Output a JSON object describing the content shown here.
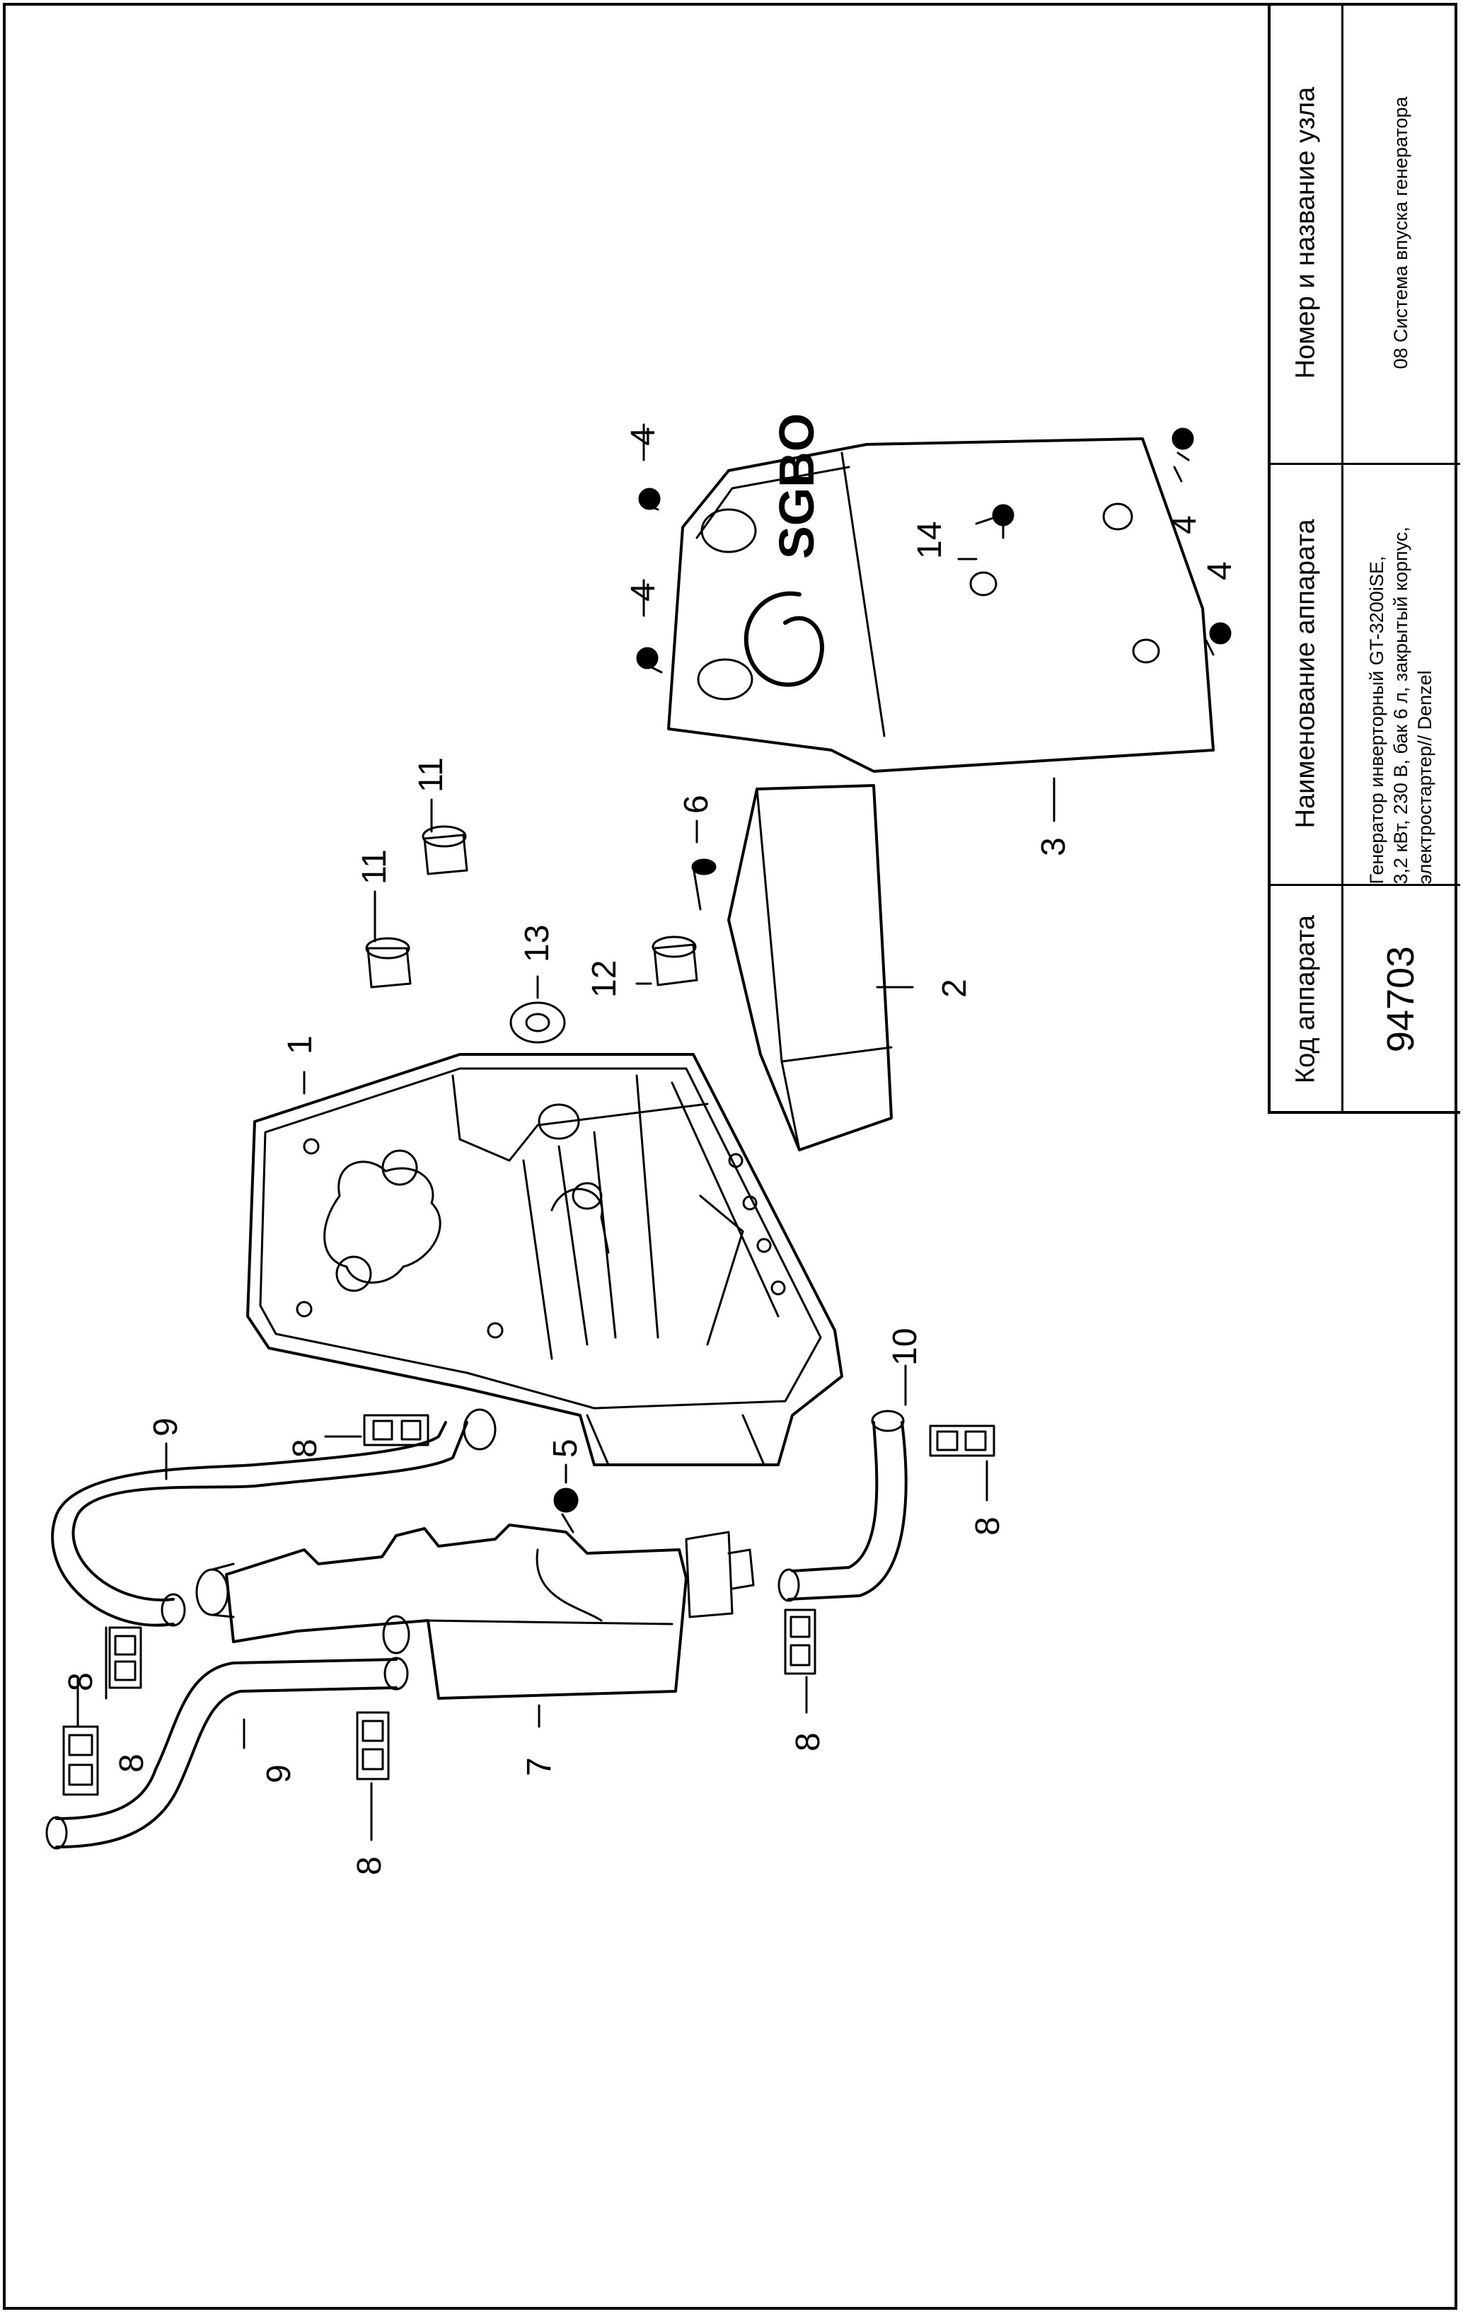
{
  "title_block": {
    "header_code": "Код аппарата",
    "header_name": "Наименование аппарата",
    "header_node": "Номер и название узла",
    "code_value": "94703",
    "name_line1": "Генератор инверторный GT-3200iSE,",
    "name_line2": "3,2 кВт, 230 В, бак 6 л, закрытый корпус,",
    "name_line3": "электростартер// Denzel",
    "node_value": "08 Система впуска генератора"
  },
  "logo_text": "SGBO",
  "callouts": {
    "c1": "1",
    "c2": "2",
    "c3": "3",
    "c4": "4",
    "c5": "5",
    "c6": "6",
    "c7": "7",
    "c8": "8",
    "c9": "9",
    "c10": "10",
    "c11": "11",
    "c12": "12",
    "c13": "13",
    "c14": "14"
  }
}
